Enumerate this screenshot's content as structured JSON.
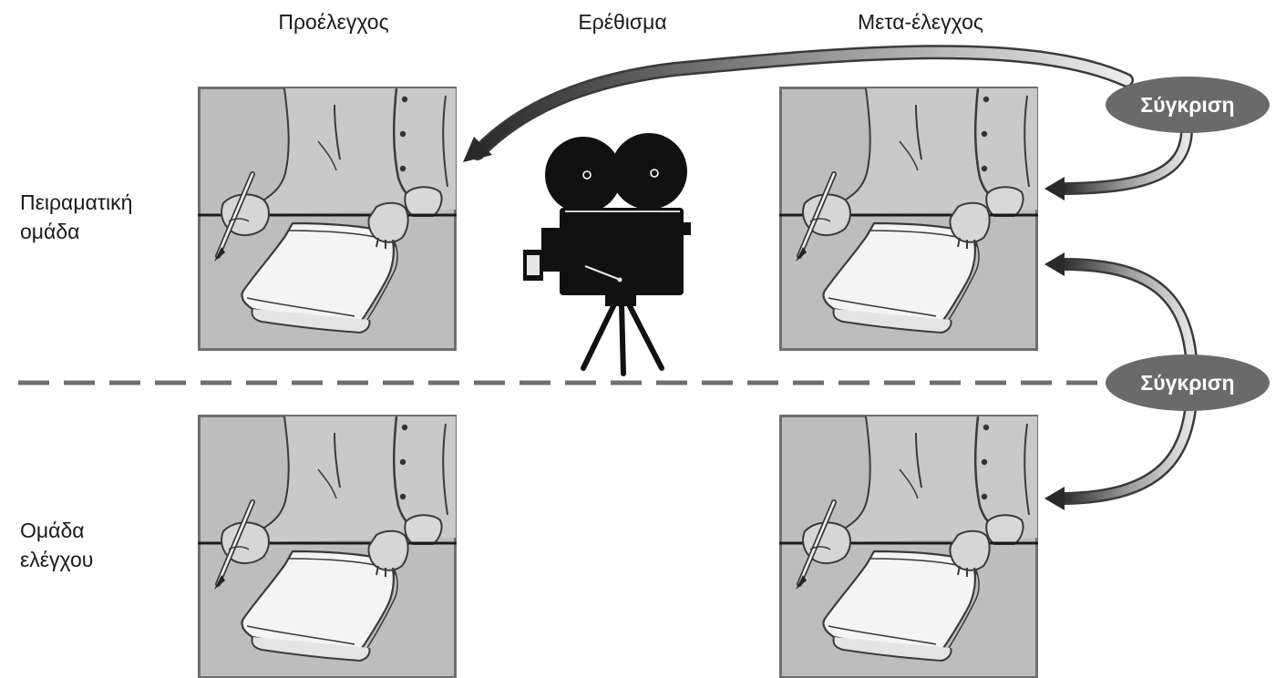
{
  "columns": {
    "pretest": "Προέλεγχος",
    "stimulus": "Ερέθισμα",
    "posttest": "Μετα-έλεγχος"
  },
  "rows": {
    "experimental": [
      "Πειραματική",
      "ομάδα"
    ],
    "control": [
      "Ομάδα",
      "ελέγχου"
    ]
  },
  "comparison_label": "Σύγκριση",
  "colors": {
    "panel_bg": "#bdbdbd",
    "panel_border": "#6f6f6f",
    "pill_bg": "#6a6a6a",
    "divider": "#6f6f6f",
    "arrow_dark": "#333333",
    "arrow_light": "#e6e6e6"
  },
  "icons": [
    "person-writing-illustration",
    "film-camera-icon",
    "curved-arrow-icon"
  ]
}
